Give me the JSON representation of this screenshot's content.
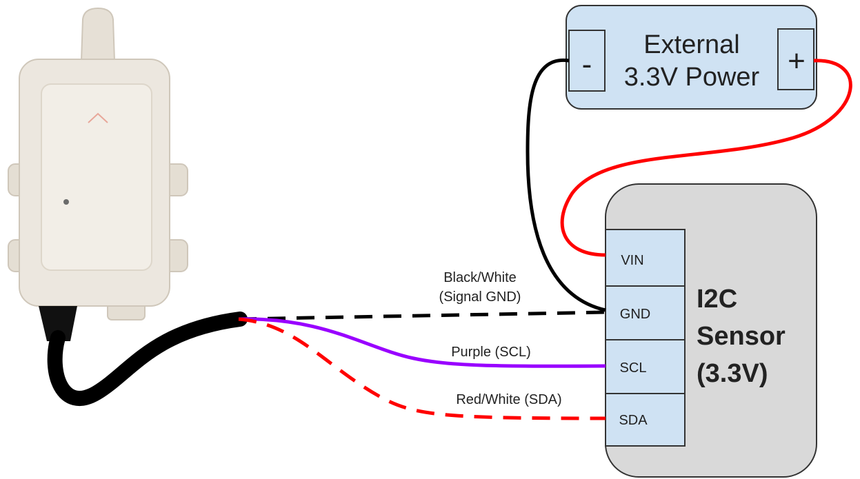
{
  "power_supply": {
    "title_line1": "External",
    "title_line2": "3.3V Power",
    "minus_label": "-",
    "plus_label": "+"
  },
  "sensor": {
    "title_line1": "I2C",
    "title_line2": "Sensor",
    "title_line3": "(3.3V)",
    "pins": [
      "VIN",
      "GND",
      "SCL",
      "SDA"
    ]
  },
  "wires": {
    "gnd_label_line1": "Black/White",
    "gnd_label_line2": "(Signal GND)",
    "scl_label": "Purple (SCL)",
    "sda_label": "Red/White (SDA)"
  },
  "colors": {
    "power_fill": "#cfe2f3",
    "sensor_fill": "#d9d9d9",
    "pin_fill": "#cfe2f3",
    "red_wire": "#ff0000",
    "black_wire": "#000000",
    "purple_wire": "#9900ff",
    "device_body": "#ece7df"
  }
}
